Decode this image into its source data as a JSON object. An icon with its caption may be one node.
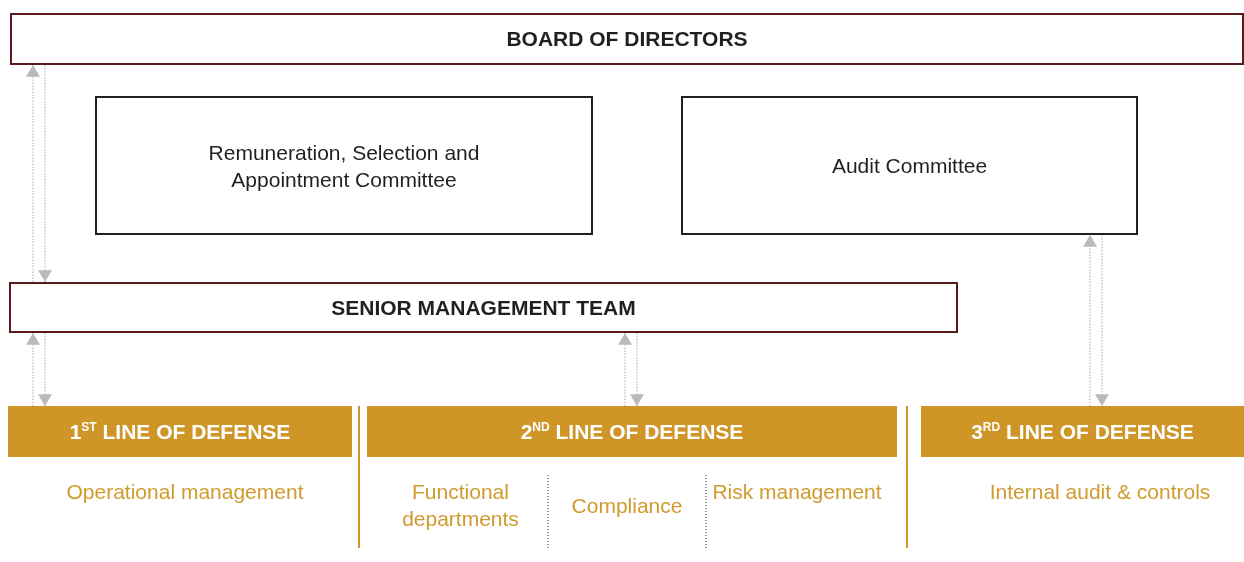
{
  "diagram": {
    "nodes": [
      {
        "text": [
          "BOARD OF DIRECTORS"
        ]
      },
      {
        "text": [
          "Remuneration, Selection and Appointment Committee"
        ]
      },
      {
        "text": [
          "Audit Committee"
        ]
      },
      {
        "text": [
          "SENIOR MANAGEMENT TEAM"
        ]
      },
      {
        "text": [
          "1$^{ST}$ LINE OF DEFENSE"
        ],
        "beside": [
          "Operational management"
        ]
      },
      {
        "text": [
          "2$^{ND}$ LINE OF DEFENSE"
        ],
        "beside": [
          "Functional departments",
          "Compliance",
          "Risk management"
        ]
      },
      {
        "text": [
          "3$^{RD}$ LINE OF DEFENSE"
        ],
        "beside": [
          "Internal audit & controls"
        ]
      }
    ],
    "edges": [
      {
        "from": 3,
        "to": 0,
        "arrow": "to"
      },
      {
        "from": 0,
        "to": 3,
        "arrow": "to"
      },
      {
        "from": 4,
        "to": 3,
        "arrow": "to"
      },
      {
        "from": 3,
        "to": 4,
        "arrow": "to"
      },
      {
        "from": 5,
        "to": 3,
        "arrow": "to"
      },
      {
        "from": 3,
        "to": 5,
        "arrow": "to"
      },
      {
        "from": 6,
        "to": 2,
        "arrow": "to"
      },
      {
        "from": 2,
        "to": 6,
        "arrow": "to"
      }
    ]
  }
}
